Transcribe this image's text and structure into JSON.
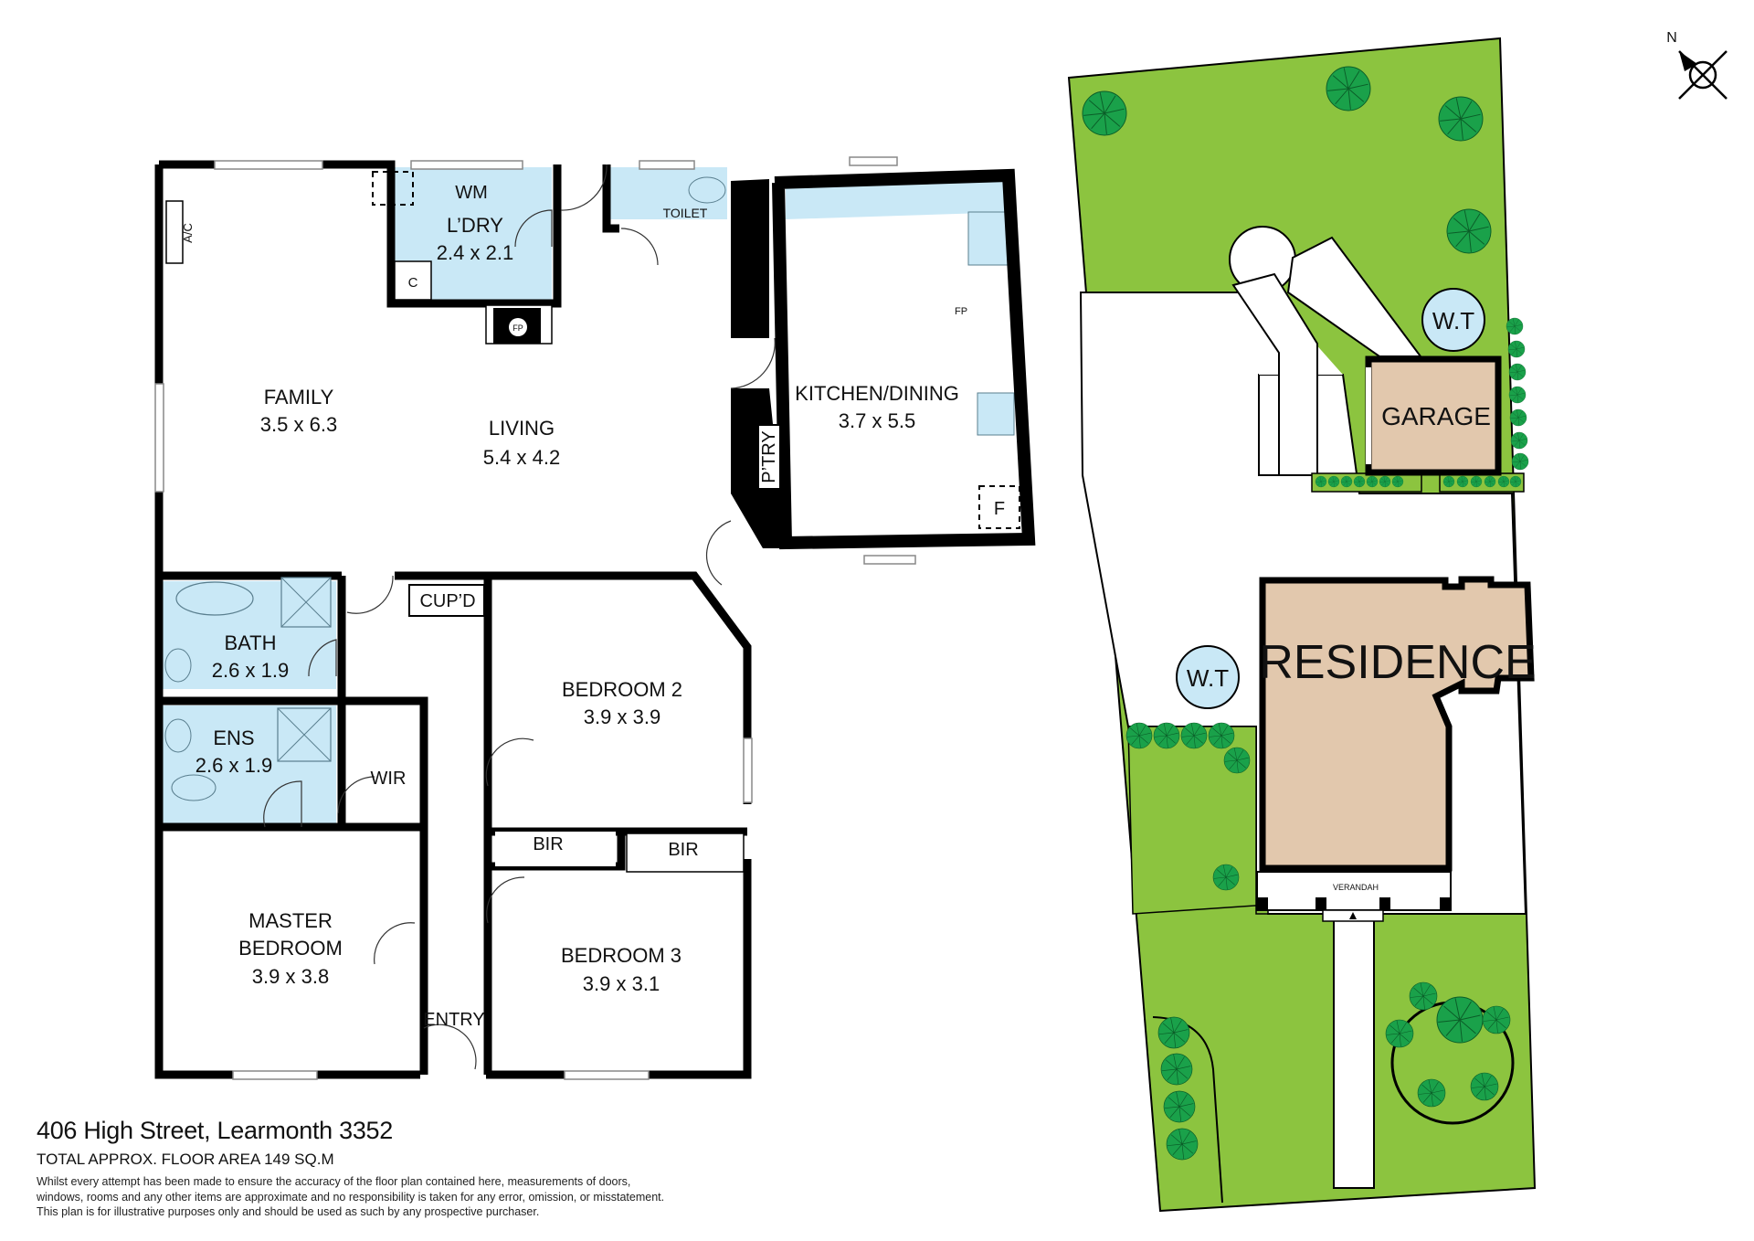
{
  "colors": {
    "wall": "#000000",
    "wet_area": "#c9e8f6",
    "lawn": "#8cc43f",
    "tree": "#1aa14a",
    "building": "#e2c8ad",
    "water_tank": "#c9e8f6"
  },
  "compass": {
    "label": "N",
    "icon": "north-arrow-icon"
  },
  "floor_plan": {
    "rooms": {
      "family": {
        "name": "FAMILY",
        "size": "3.5 x 6.3"
      },
      "living": {
        "name": "LIVING",
        "size": "5.4 x 4.2"
      },
      "laundry": {
        "name": "L’DRY",
        "size": "2.4 x 2.1"
      },
      "kitchen": {
        "name": "KITCHEN/DINING",
        "size": "3.7 x 5.5"
      },
      "bath": {
        "name": "BATH",
        "size": "2.6 x 1.9"
      },
      "ensuite": {
        "name": "ENS",
        "size": "2.6 x 1.9"
      },
      "bedroom2": {
        "name": "BEDROOM 2",
        "size": "3.9 x 3.9"
      },
      "master": {
        "name_line1": "MASTER",
        "name_line2": "BEDROOM",
        "size": "3.9 x 3.8"
      },
      "bedroom3": {
        "name": "BEDROOM 3",
        "size": "3.9 x 3.1"
      }
    },
    "fixtures": {
      "ac": "A/C",
      "wm": "WM",
      "cupboard": "C",
      "fp1": "FP",
      "fp2": "FP",
      "toilet": "TOILET",
      "pantry": "P’TRY",
      "fridge": "F",
      "cupd": "CUP’D",
      "wir": "WIR",
      "bir1": "BIR",
      "bir2": "BIR",
      "entry": "ENTRY"
    }
  },
  "site_plan": {
    "garage": "GARAGE",
    "residence": "RESIDENCE",
    "water_tank_1": "W.T",
    "water_tank_2": "W.T",
    "verandah": "VERANDAH"
  },
  "footer": {
    "address": "406 High Street, Learmonth 3352",
    "total_area": "TOTAL APPROX. FLOOR AREA 149 SQ.M",
    "disclaimer_lines": [
      "Whilst every attempt has been made to ensure the accuracy of the floor plan contained here, measurements of doors,",
      "windows, rooms and any other items are approximate and no responsibility is taken for any error, omission, or misstatement.",
      "This plan is for illustrative purposes only and should be used as such by any prospective purchaser."
    ]
  }
}
